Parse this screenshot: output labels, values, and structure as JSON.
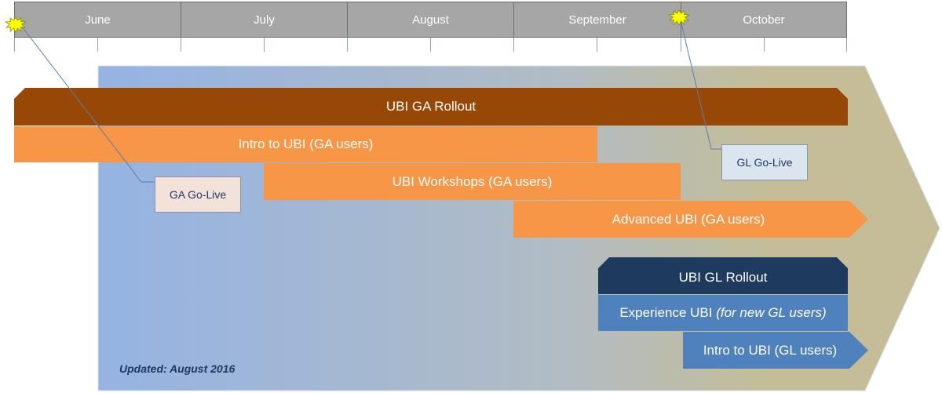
{
  "timeline": {
    "months": [
      "June",
      "July",
      "August",
      "September",
      "October"
    ]
  },
  "bars": {
    "ga_rollout": "UBI GA Rollout",
    "intro_ga": "Intro to UBI (GA users)",
    "workshops_ga": "UBI Workshops (GA users)",
    "advanced_ga": "Advanced UBI (GA users)",
    "gl_rollout": "UBI GL Rollout",
    "experience_gl_main": "Experience UBI ",
    "experience_gl_note": "(for new GL users)",
    "intro_gl": "Intro to UBI (GL users)"
  },
  "callouts": {
    "ga_golive": "GA Go-Live",
    "gl_golive": "GL Go-Live"
  },
  "footer": {
    "updated": "Updated: August 2016"
  },
  "colors": {
    "ga_rollout": "#974706",
    "ga_track": "#f79646",
    "gl_rollout": "#1f3a5f",
    "gl_track": "#4f81bd",
    "month_header": "#a6a6a6",
    "background_left": "#95b3e3",
    "background_right": "#c4bd97"
  }
}
